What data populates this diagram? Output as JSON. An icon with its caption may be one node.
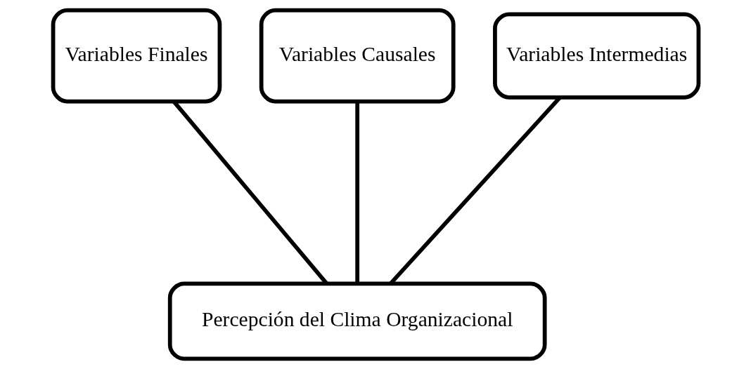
{
  "diagram": {
    "nodes": [
      {
        "text": [
          "Variables Finales"
        ]
      },
      {
        "text": [
          "Variables Causales"
        ]
      },
      {
        "text": [
          "Variables Intermedias"
        ]
      },
      {
        "text": [
          "Percepción del Clima Organizacional"
        ]
      }
    ],
    "edges": [
      {
        "from": 0,
        "to": 3,
        "arrow": "none"
      },
      {
        "from": 1,
        "to": 3,
        "arrow": "none"
      },
      {
        "from": 2,
        "to": 3,
        "arrow": "none"
      }
    ]
  }
}
